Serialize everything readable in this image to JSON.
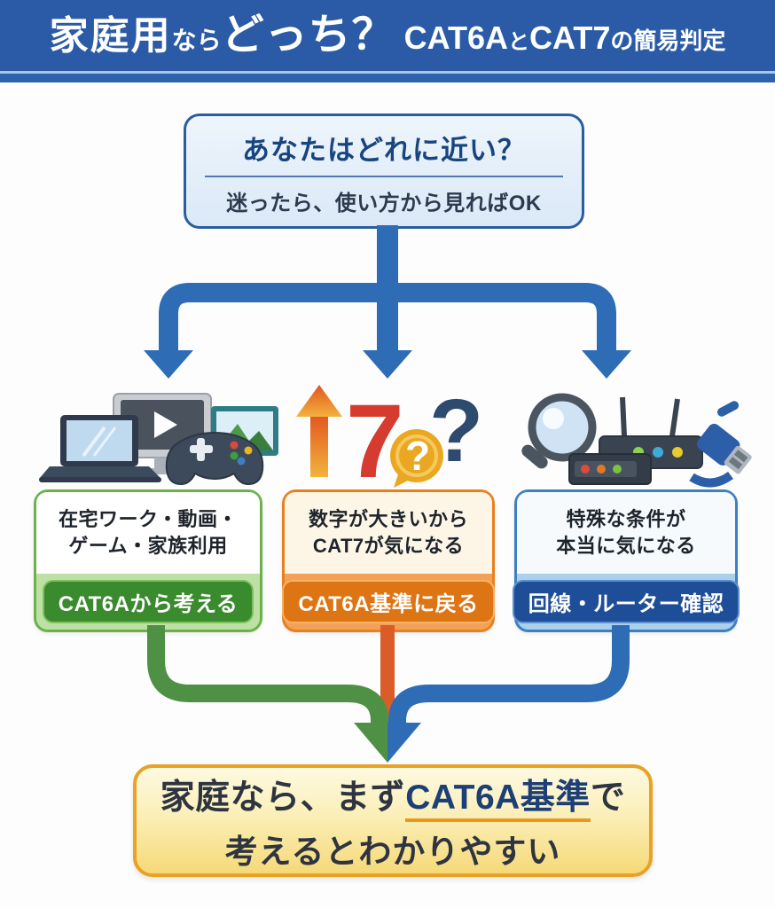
{
  "header": {
    "t1": "家庭用",
    "t2": "なら",
    "t3": "どっち？",
    "t4": "CAT6A",
    "t5": "と",
    "t6": "CAT7",
    "t7": "の簡易判定"
  },
  "question": {
    "title": "あなたはどれに近い？",
    "subtitle": "迷ったら、使い方から見ればOK"
  },
  "branches": [
    {
      "id": "home-use",
      "line1": "在宅ワーク・動画・",
      "line2": "ゲーム・家族利用",
      "action": "CAT6Aから考える",
      "icons": [
        "laptop-icon",
        "video-monitor-icon",
        "photo-icon",
        "game-controller-icon"
      ],
      "accent": "#4f9144",
      "button_color": "#3a8a2e"
    },
    {
      "id": "bigger-number",
      "line1": "数字が大きいから",
      "line2": "CAT7が気になる",
      "action": "CAT6A基準に戻る",
      "icons": [
        "up-arrow-icon",
        "number-7-icon",
        "question-bubble-icon",
        "question-mark-icon"
      ],
      "accent": "#da5c28",
      "button_color": "#dd7515"
    },
    {
      "id": "special-conditions",
      "line1": "特殊な条件が",
      "line2": "本当に気になる",
      "action": "回線・ルーター確認",
      "icons": [
        "magnifier-icon",
        "router-icon",
        "lan-connector-icon"
      ],
      "accent": "#2e6cb5",
      "button_color": "#1f4e99"
    }
  ],
  "icon_glyphs": {
    "number_7": "7",
    "question_mark": "?",
    "bubble_question": "?"
  },
  "conclusion": {
    "pre": "家庭なら、まず",
    "highlight": "CAT6A基準",
    "post": "で",
    "line2": "考えるとわかりやすい"
  },
  "colors": {
    "header_bg": "#2b5ba7",
    "arrow_blue": "#2e6cb5",
    "green": "#4f9144",
    "orange": "#da5c28",
    "yellow_box_border": "#e9a223",
    "navy_text": "#17457f"
  }
}
